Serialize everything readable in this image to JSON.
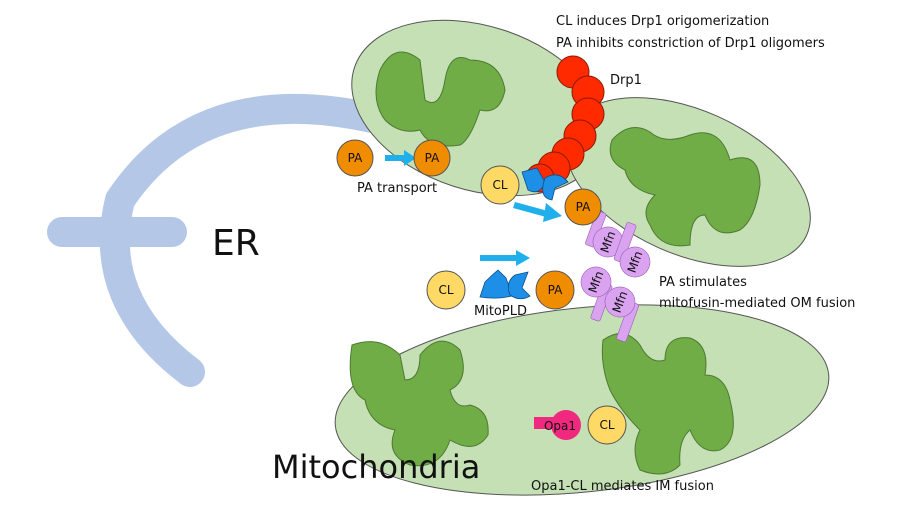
{
  "labels": {
    "drp1_note_1": "CL induces Drp1 origomerization",
    "drp1_note_2": "PA inhibits constriction of Drp1 oligomers",
    "drp1": "Drp1",
    "pa_transport": "PA transport",
    "er": "ER",
    "mitopld": "MitoPLD",
    "mfn_note_1": "PA stimulates",
    "mfn_note_2": "mitofusin-mediated OM fusion",
    "mitochondria": "Mitochondria",
    "opa1_note": "Opa1-CL mediates IM fusion"
  },
  "molecules": {
    "pa": "PA",
    "cl": "CL",
    "mfn": "Mfn",
    "opa1": "Opa1"
  },
  "colors": {
    "er": "#b4c7e7",
    "mito_outer": "#c5e0b4",
    "cristae": "#70ad47",
    "drp1": "#ff2a00",
    "pa": "#f08c00",
    "cl": "#ffd966",
    "mitopld": "#1e8fe6",
    "mfn": "#d9a3f0",
    "opa1": "#f0287e",
    "arrow": "#1fb0ec"
  }
}
